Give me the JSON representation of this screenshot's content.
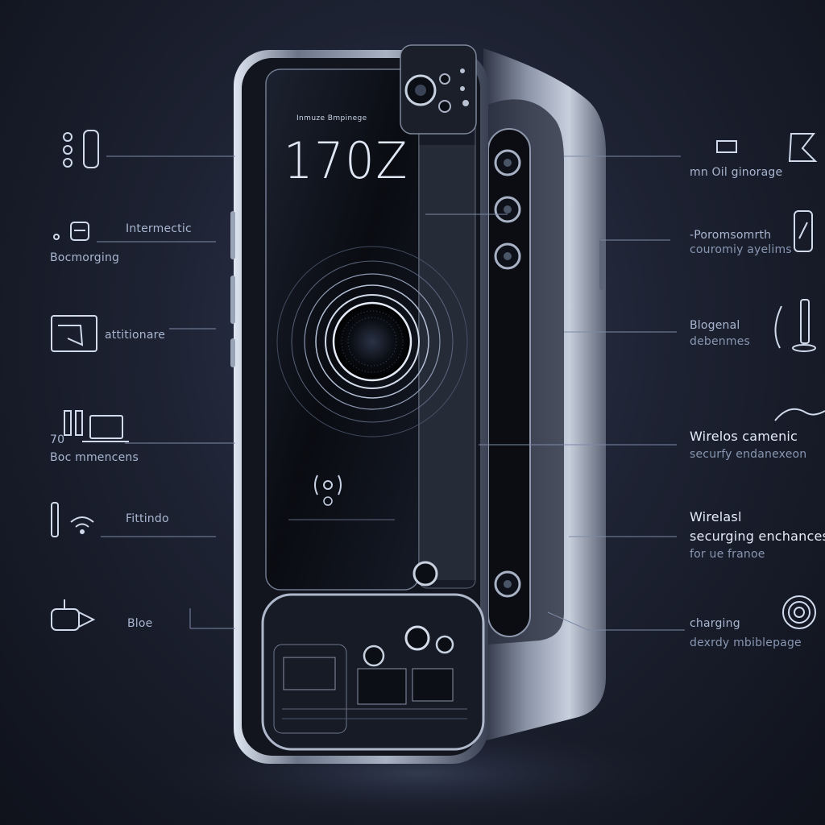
{
  "screen": {
    "title": "Inmuze Bmpinege",
    "clock": "170Z"
  },
  "callouts_left": [
    {
      "id": "battery",
      "label": "",
      "icon": "battery-stack-icon"
    },
    {
      "id": "intermetic",
      "label": "Intermectic",
      "sub": "Bocmorging",
      "icon": "card-icon"
    },
    {
      "id": "attitionare",
      "label": "attitionare",
      "icon": "display-monitor-icon"
    },
    {
      "id": "boc",
      "label": "Boc mmencens",
      "sub_prefix": "70",
      "icon": "laptop-icon"
    },
    {
      "id": "fitfindo",
      "label": "Fittindo",
      "icon": "wifi-icon"
    },
    {
      "id": "bloe",
      "label": "Bloe",
      "icon": "plug-icon"
    }
  ],
  "callouts_right": [
    {
      "id": "storage",
      "label": "mn Oil ginorage",
      "icon": "hourglass-icon"
    },
    {
      "id": "poromsomin",
      "label": "-Poromsomrth",
      "sub": "couromiy ayelims",
      "icon": "phone-outline-icon"
    },
    {
      "id": "blogenal",
      "label": "Blogenal",
      "sub": "debenmes",
      "icon": "stand-icon"
    },
    {
      "id": "wireless-cam",
      "label": "Wirelos camenic",
      "sub": "securfy endanexeon",
      "icon": "wave-icon"
    },
    {
      "id": "wireless-charge",
      "label": "Wirelasl",
      "sub": "securging enchances",
      "sub2": "for ue franoe",
      "icon": ""
    },
    {
      "id": "charging",
      "label": "charging",
      "sub": "dexrdy mbiblepage",
      "icon": "coil-icon"
    }
  ],
  "colors": {
    "background": "#1d2232",
    "chassis": "#8e98ab",
    "accent": "#d6e2f5",
    "screen": "#07080c"
  }
}
